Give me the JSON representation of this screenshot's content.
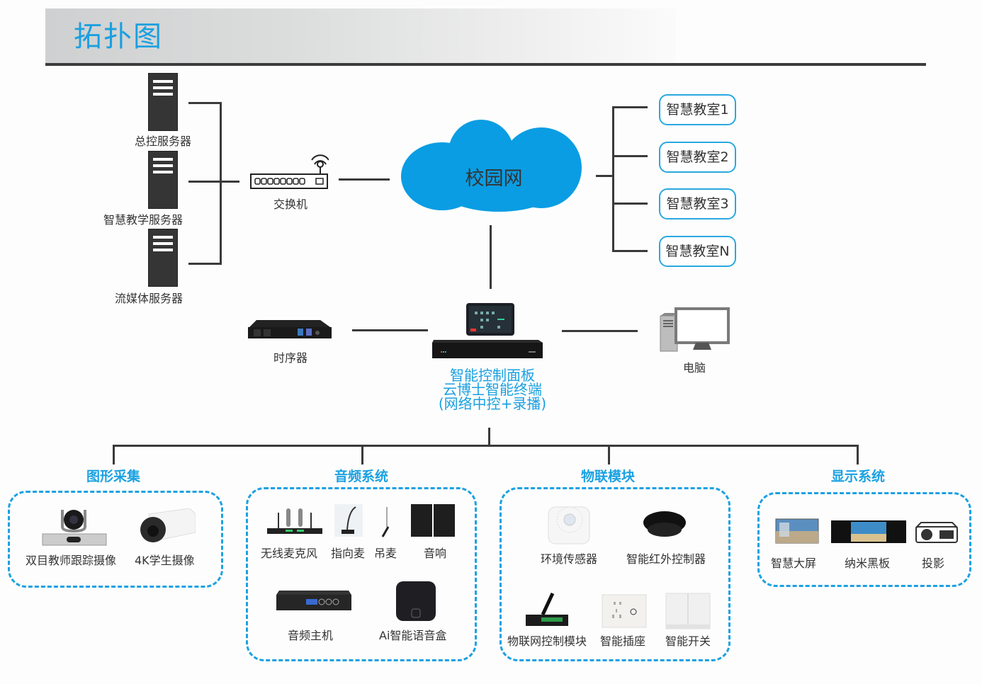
{
  "header": {
    "title": "拓扑图"
  },
  "colors": {
    "accent": "#1ba1e2",
    "cloud": "#0a9de3",
    "line": "#3a3a3a",
    "room_border": "#29a8e0"
  },
  "servers": [
    {
      "label": "总控服务器",
      "icon": "server-icon"
    },
    {
      "label": "智慧教学服务器",
      "icon": "server-icon"
    },
    {
      "label": "流媒体服务器",
      "icon": "server-icon"
    }
  ],
  "switch": {
    "label": "交换机",
    "icon": "switch-router-icon"
  },
  "cloud": {
    "label": "校园网",
    "icon": "cloud-icon"
  },
  "rooms": [
    {
      "label": "智慧教室1"
    },
    {
      "label": "智慧教室2"
    },
    {
      "label": "智慧教室3"
    },
    {
      "label": "智慧教室N"
    }
  ],
  "sequencer": {
    "label": "时序器",
    "icon": "power-sequencer-icon"
  },
  "terminal": {
    "lines": [
      "智能控制面板",
      "云博士智能终端",
      "(网络中控+录播)"
    ],
    "icon": "control-panel-terminal-icon"
  },
  "computer": {
    "label": "电脑",
    "icon": "desktop-computer-icon"
  },
  "groups": [
    {
      "title": "图形采集",
      "items": [
        {
          "label": "双目教师跟踪摄像",
          "icon": "ptz-camera-icon"
        },
        {
          "label": "4K学生摄像",
          "icon": "box-camera-icon"
        }
      ]
    },
    {
      "title": "音频系统",
      "items": [
        {
          "label": "无线麦克风",
          "icon": "wireless-mic-icon"
        },
        {
          "label": "指向麦",
          "icon": "gooseneck-mic-icon"
        },
        {
          "label": "吊麦",
          "icon": "hanging-mic-icon"
        },
        {
          "label": "音响",
          "icon": "speaker-icon"
        },
        {
          "label": "音频主机",
          "icon": "audio-host-icon"
        },
        {
          "label": "Ai智能语音盒",
          "icon": "voice-box-icon"
        }
      ]
    },
    {
      "title": "物联模块",
      "items": [
        {
          "label": "环境传感器",
          "icon": "environment-sensor-icon"
        },
        {
          "label": "智能红外控制器",
          "icon": "ir-controller-icon"
        },
        {
          "label": "物联网控制模块",
          "icon": "iot-module-icon"
        },
        {
          "label": "智能插座",
          "icon": "smart-socket-icon"
        },
        {
          "label": "智能开关",
          "icon": "smart-switch-icon"
        }
      ]
    },
    {
      "title": "显示系统",
      "items": [
        {
          "label": "智慧大屏",
          "icon": "smart-screen-icon"
        },
        {
          "label": "纳米黑板",
          "icon": "nano-blackboard-icon"
        },
        {
          "label": "投影",
          "icon": "projector-icon"
        }
      ]
    }
  ]
}
